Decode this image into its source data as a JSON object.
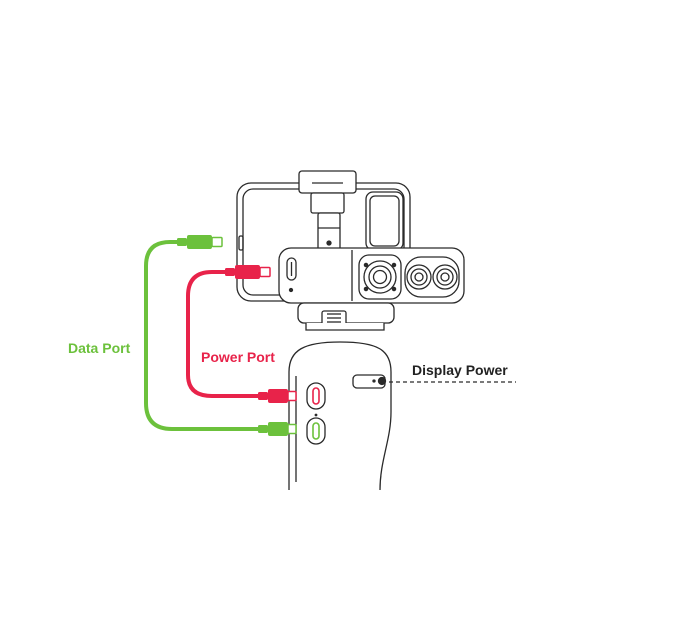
{
  "labels": {
    "data_port": "Data Port",
    "power_port": "Power Port",
    "display_power": "Display Power"
  },
  "colors": {
    "data_cable": "#6cc13c",
    "power_cable": "#e8234a",
    "outline": "#2a2a2a",
    "display_label": "#222222"
  }
}
